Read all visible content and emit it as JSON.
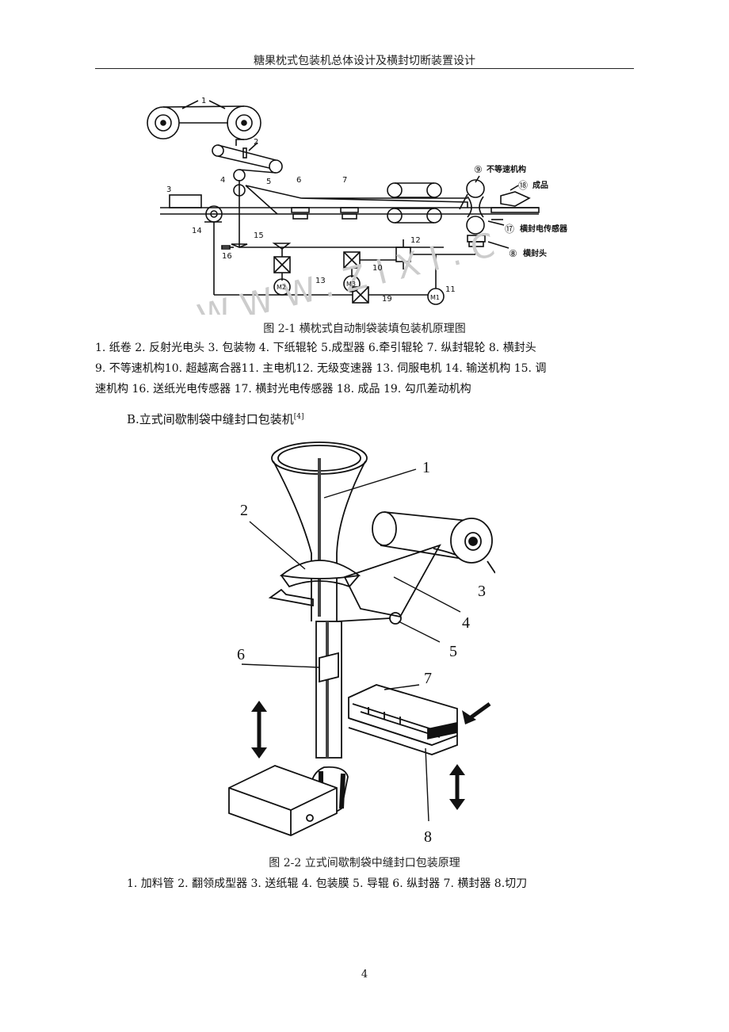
{
  "header": {
    "title": "糖果枕式包装机总体设计及横封切断装置设计"
  },
  "figure1": {
    "caption": "图 2-1   横枕式自动制袋装填包装机原理图",
    "labels": {
      "n1": "1",
      "n2": "2",
      "n3": "3",
      "n4": "4",
      "n5": "5",
      "n6": "6",
      "n7": "7",
      "n9": "⑨",
      "n9t": "不等速机构",
      "n18": "⑱",
      "n18t": "成品",
      "n17": "⑰",
      "n17t": "横封电传感器",
      "n8": "⑧",
      "n8t": "横封头",
      "n14": "14",
      "n15": "15",
      "n16": "16",
      "n12": "12",
      "n10": "10",
      "n13": "13",
      "n19": "19",
      "n11": "11",
      "m1": "M1",
      "m2": "M2",
      "m3": "M3"
    },
    "legend_lines": [
      "1. 纸卷 2.  反射光电头 3. 包装物 4. 下纸辊轮 5.成型器 6.牵引辊轮 7. 纵封辊轮 8. 横封头",
      "9. 不等速机构10. 超越离合器11. 主电机12. 无级变速器 13. 伺服电机 14. 输送机构 15. 调",
      "速机构 16. 送纸光电传感器 17. 横封光电传感器 18. 成品 19. 勾爪差动机构"
    ]
  },
  "section": {
    "title": "B.立式间歇制袋中缝封口包装机",
    "ref": "[4]"
  },
  "figure2": {
    "caption": "图 2-2   立式间歇制袋中缝封口包装原理",
    "labels": {
      "l1": "1",
      "l2": "2",
      "l3": "3",
      "l4": "4",
      "l5": "5",
      "l6": "6",
      "l7": "7",
      "l8": "8"
    },
    "legend": "1. 加料管 2. 翻领成型器 3. 送纸辊 4. 包装膜 5. 导辊 6. 纵封器 7. 横封器 8.切刀"
  },
  "footer": {
    "page_number": "4"
  }
}
